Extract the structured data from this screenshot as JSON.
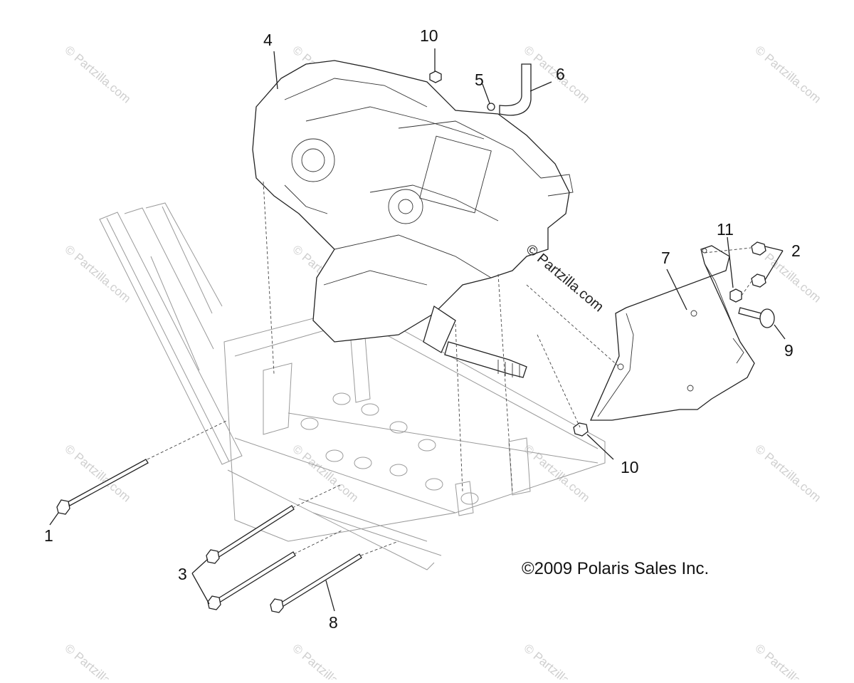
{
  "callouts": [
    "1",
    "2",
    "3",
    "4",
    "5",
    "6",
    "7",
    "8",
    "9",
    "10",
    "10",
    "11"
  ],
  "copyright": "©2009 Polaris Sales Inc.",
  "watermark": "© Partzilla.com"
}
